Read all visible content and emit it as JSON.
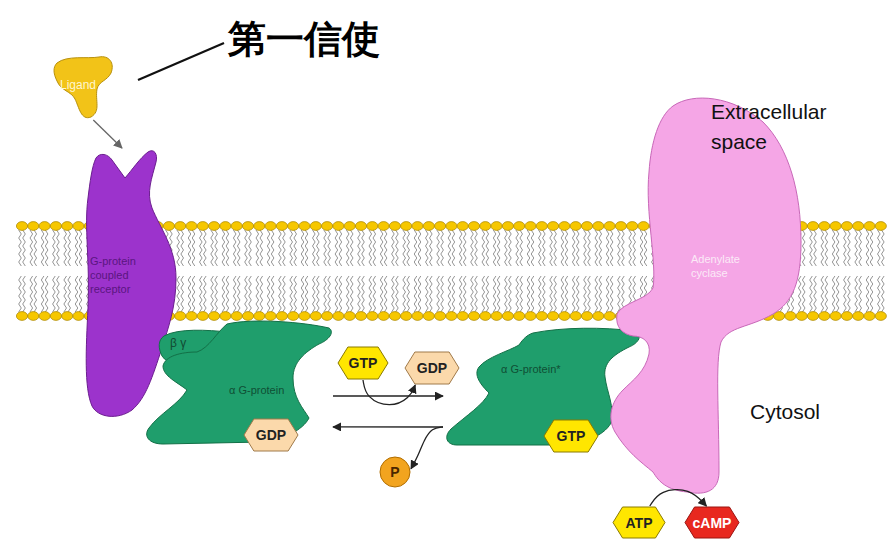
{
  "diagram": {
    "nodes": [
      {
        "text": [
          "Ligand"
        ]
      },
      {
        "text": [
          "G-protein coupled receptor"
        ]
      },
      {
        "text": [
          "β γ"
        ]
      },
      {
        "text": [
          "α G-protein"
        ]
      },
      {
        "text": [
          "GDP"
        ],
        "in": 3
      },
      {
        "text": [
          "GTP"
        ]
      },
      {
        "text": [
          "GDP"
        ]
      },
      {
        "text": [
          "P"
        ]
      },
      {
        "text": [
          "α G-protein*"
        ]
      },
      {
        "text": [
          "GTP"
        ],
        "in": 8
      },
      {
        "text": [
          "Adenylate cyclase"
        ]
      },
      {
        "text": [
          "ATP"
        ]
      },
      {
        "text": [
          "cAMP"
        ]
      }
    ],
    "edges": [
      {
        "from": 0,
        "to": 1,
        "arrow": "to"
      },
      {
        "from": 5,
        "to": 6,
        "arrow": "to"
      },
      {
        "from": 3,
        "to": 8,
        "arrow": "to"
      },
      {
        "from": 8,
        "to": 3,
        "arrow": "to"
      },
      {
        "from": 8,
        "to": 7,
        "arrow": "to"
      },
      {
        "from": 11,
        "to": 12,
        "arrow": "to"
      }
    ],
    "labels": [
      "第一信使",
      "Extracellular space",
      "Cytosol"
    ]
  }
}
